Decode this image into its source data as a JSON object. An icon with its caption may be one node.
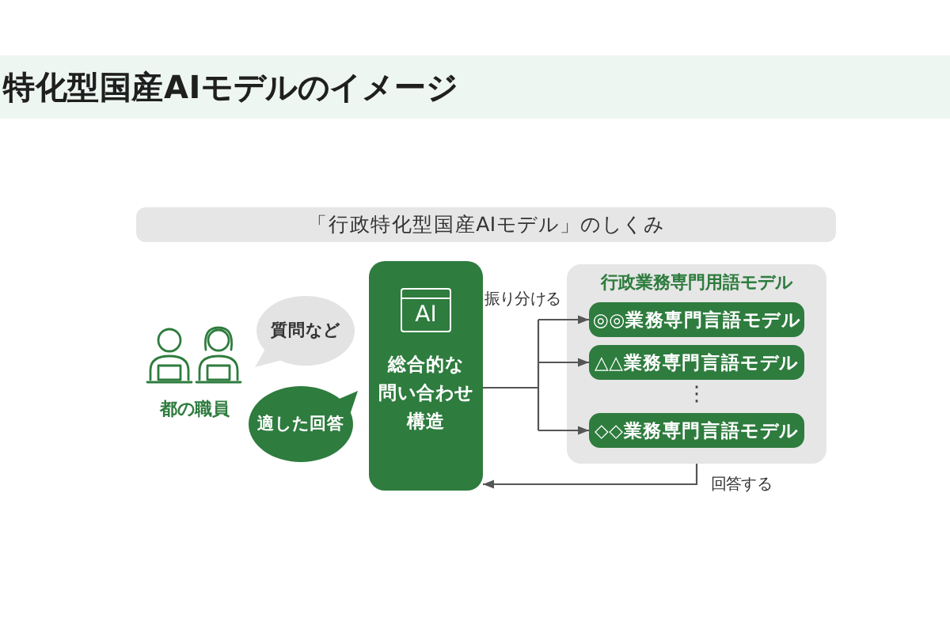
{
  "diagram": {
    "title": "特化型国産AIモデルのイメージ",
    "nodes": [
      {
        "text": [
          "「行政特化型国産AIモデル」のしくみ"
        ]
      },
      {
        "text": [
          "質問など"
        ]
      },
      {
        "text": [
          "適した回答"
        ]
      },
      {
        "text": [
          "総合的な問い合わせ構造"
        ]
      },
      {
        "text": [
          "AI"
        ],
        "in": 3
      },
      {
        "text": [
          "行政業務専門用語モデル"
        ]
      },
      {
        "text": [
          "◎◎業務専門言語モデル"
        ],
        "in": 5
      },
      {
        "text": [
          "△△業務専門言語モデル"
        ],
        "in": 5
      },
      {
        "text": [
          "◇◇業務専門言語モデル"
        ],
        "in": 5
      }
    ],
    "edges": [
      {
        "from": 3,
        "to": 6,
        "arrow": "to",
        "label": "振り分ける"
      },
      {
        "from": 3,
        "to": 7,
        "arrow": "to"
      },
      {
        "from": 3,
        "to": 8,
        "arrow": "to"
      },
      {
        "from": 5,
        "to": 3,
        "arrow": "to",
        "label": "回答する"
      }
    ],
    "labels": [
      "都の職員",
      "⋮"
    ]
  }
}
